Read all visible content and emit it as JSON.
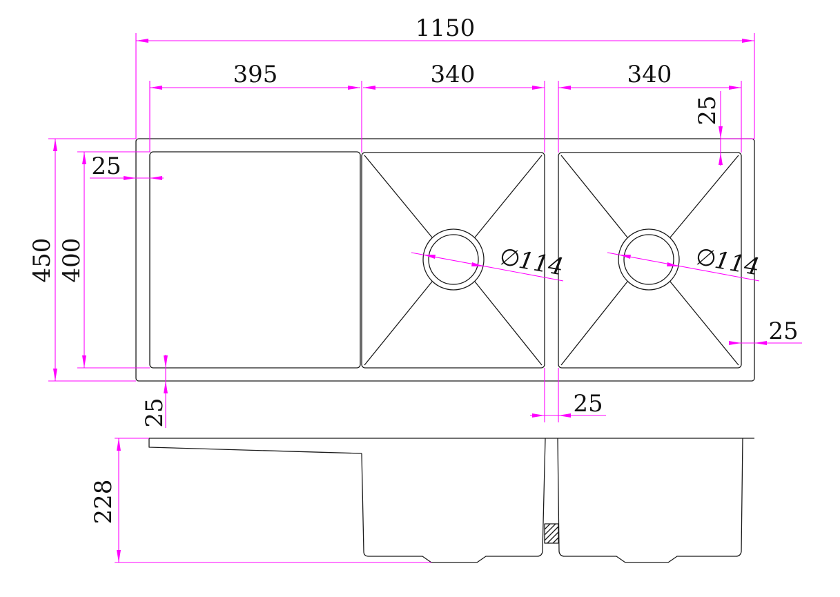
{
  "colors": {
    "outline": "#1a1a1a",
    "dimension_lines": "#ff00ff",
    "text": "#111111"
  },
  "dimensions": {
    "overall_width": "1150",
    "drainboard_width": "395",
    "bowl_left_width": "340",
    "bowl_right_width": "340",
    "overall_depth": "450",
    "inner_depth": "400",
    "flange_left": "25",
    "flange_top_right": "25",
    "flange_right": "25",
    "flange_bottom": "25",
    "divider": "25",
    "drain_left_symbol": "∅",
    "drain_left_value": "114",
    "drain_right_symbol": "∅",
    "drain_right_value": "114",
    "bowl_height": "228"
  }
}
